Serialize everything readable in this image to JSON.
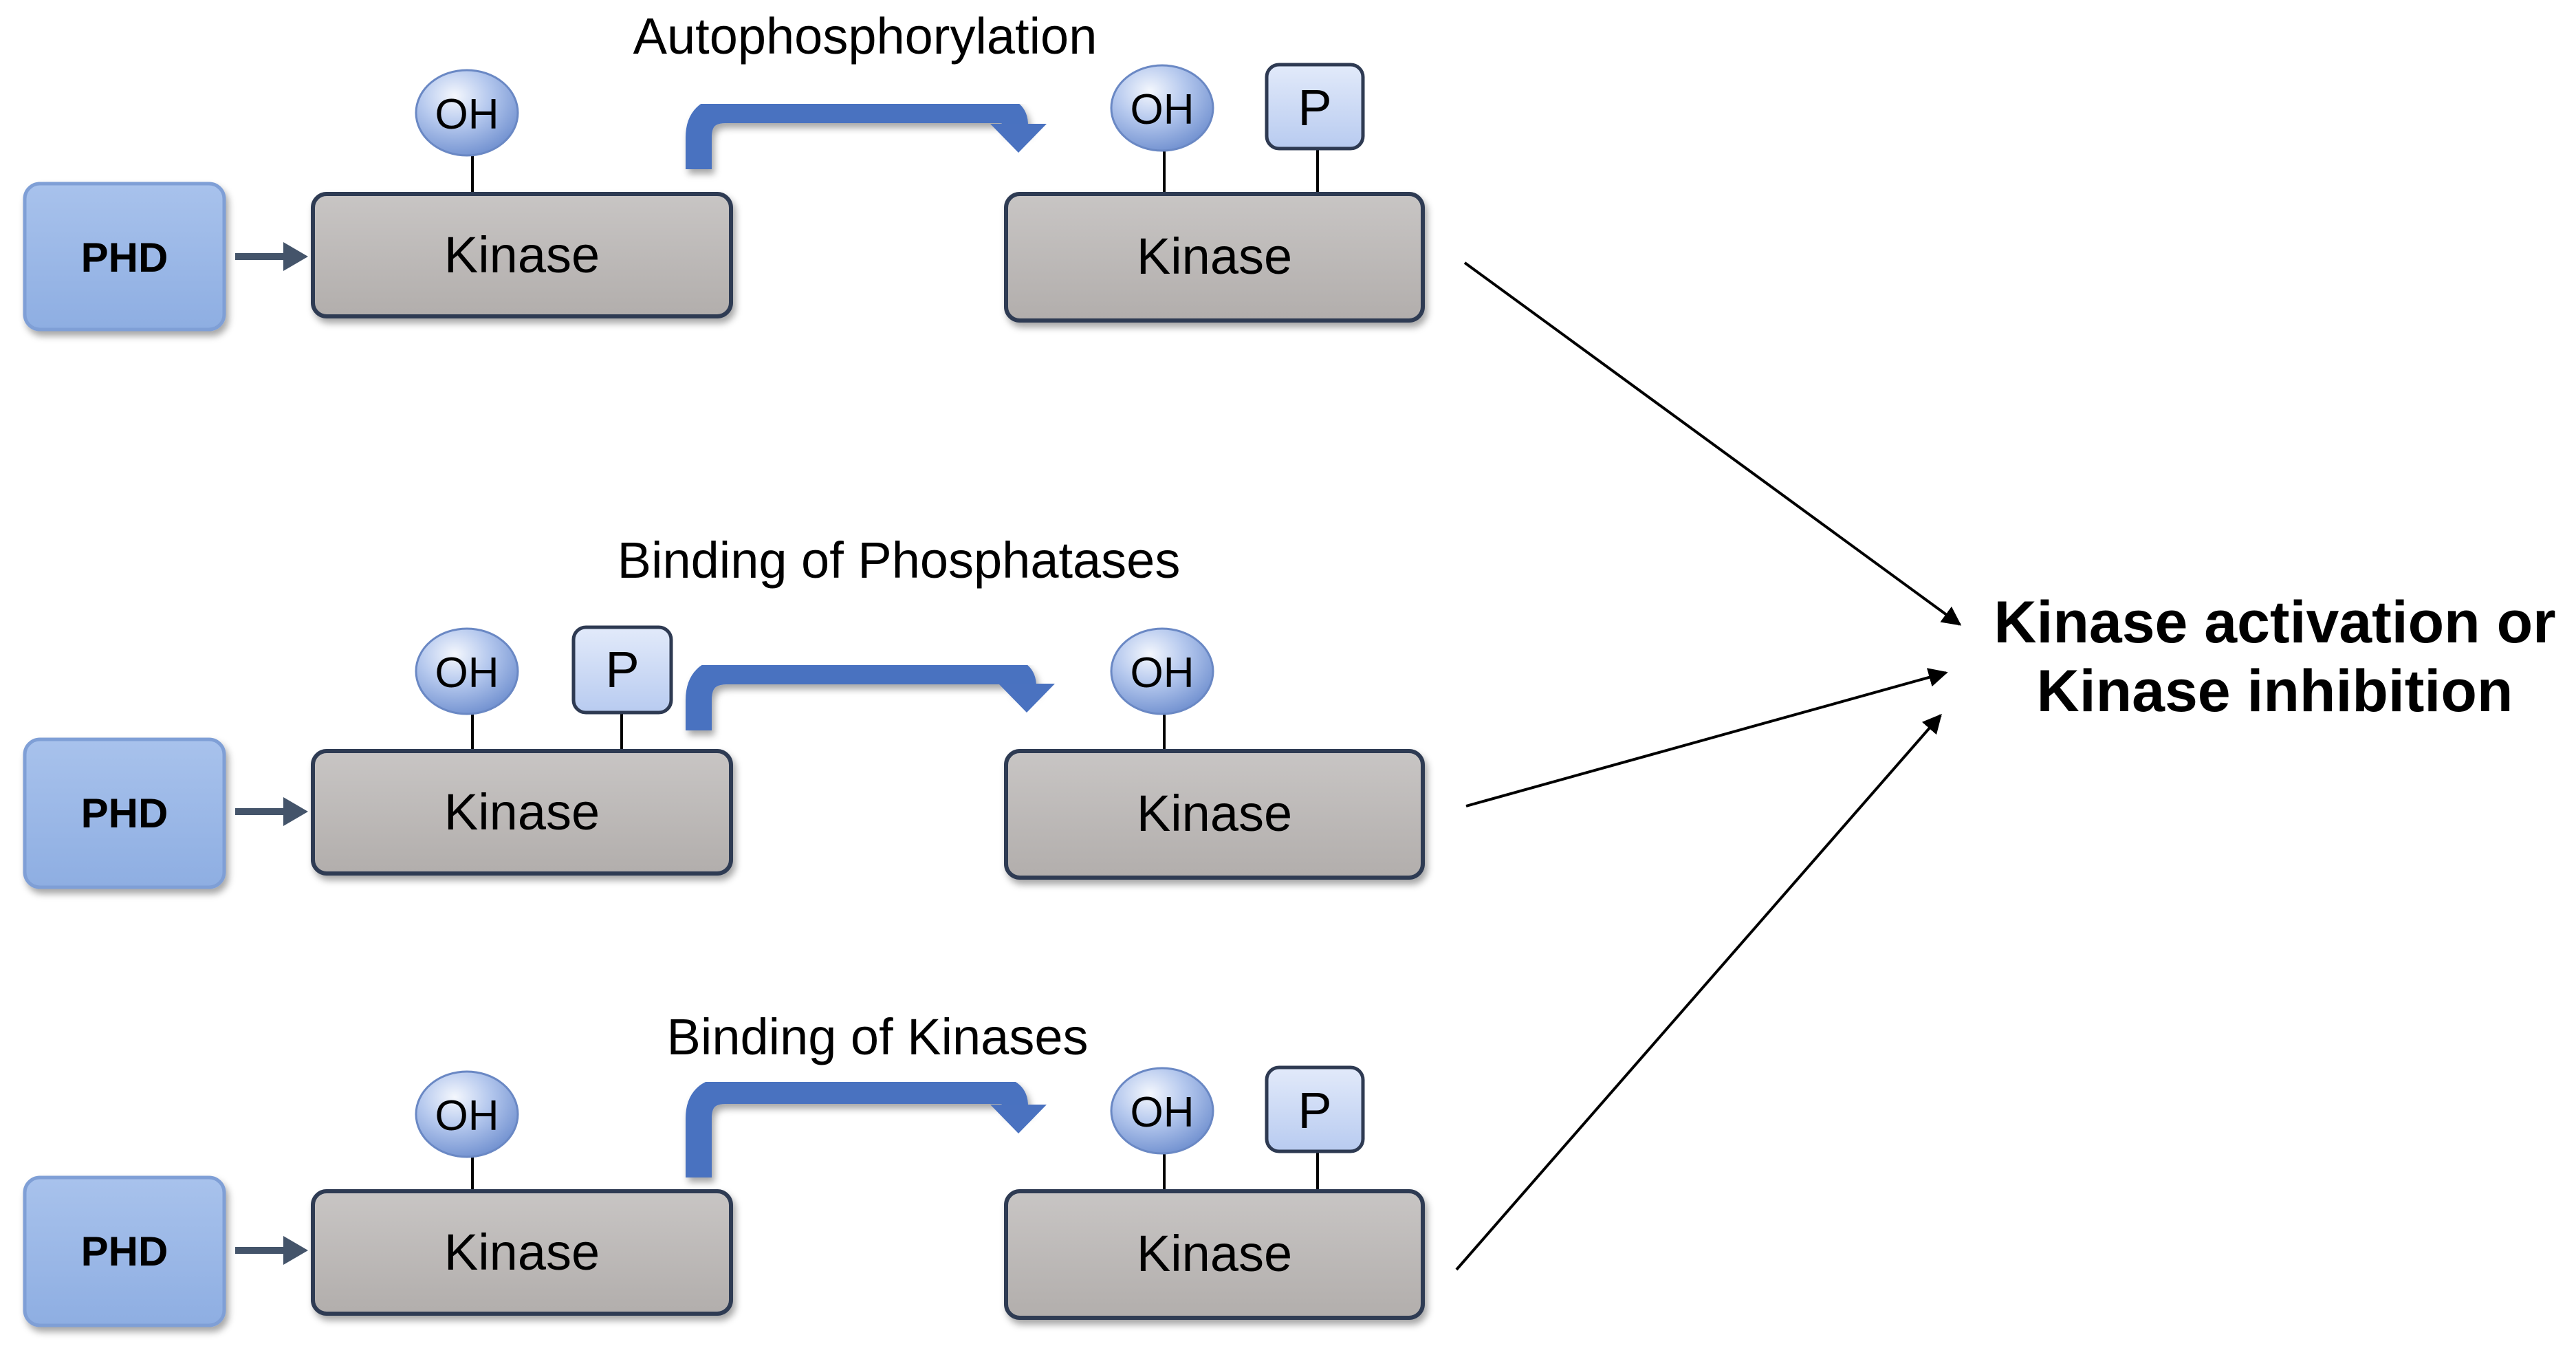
{
  "rows": [
    {
      "id": "autophosphorylation",
      "process_label": "Autophosphorylation",
      "phd_label": "PHD",
      "before": {
        "kinase_label": "Kinase",
        "hydroxyl_label": "OH",
        "phosphate_label": ""
      },
      "after": {
        "kinase_label": "Kinase",
        "hydroxyl_label": "OH",
        "phosphate_label": "P"
      }
    },
    {
      "id": "phosphatases",
      "process_label": "Binding of Phosphatases",
      "phd_label": "PHD",
      "before": {
        "kinase_label": "Kinase",
        "hydroxyl_label": "OH",
        "phosphate_label": "P"
      },
      "after": {
        "kinase_label": "Kinase",
        "hydroxyl_label": "OH",
        "phosphate_label": ""
      }
    },
    {
      "id": "kinases",
      "process_label": "Binding of Kinases",
      "phd_label": "PHD",
      "before": {
        "kinase_label": "Kinase",
        "hydroxyl_label": "OH",
        "phosphate_label": ""
      },
      "after": {
        "kinase_label": "Kinase",
        "hydroxyl_label": "OH",
        "phosphate_label": "P"
      }
    }
  ],
  "outcome": {
    "line1": "Kinase activation or",
    "line2": "Kinase inhibition"
  },
  "colors": {
    "phd_fill": "#9db9e6",
    "kinase_fill": "#bfbcbb",
    "process_arrow": "#4a72c0",
    "phosphate_fill": "#c9d7f4",
    "hydroxyl_fill": "#b3c7ee",
    "connector_arrow": "#44546a"
  }
}
